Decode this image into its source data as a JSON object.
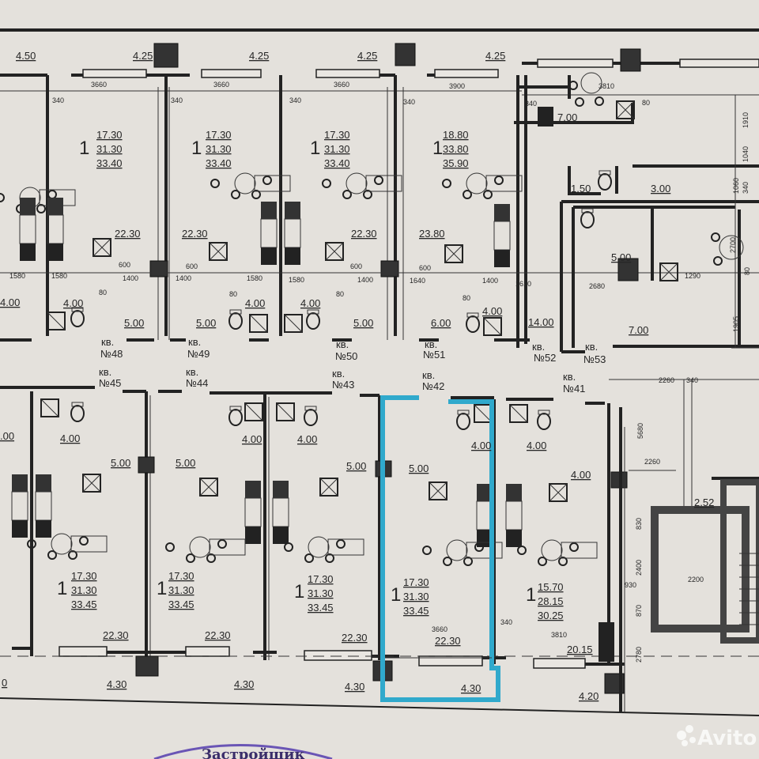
{
  "left_partial": {
    "bath": "4.00",
    "bath_bottom": ".00",
    "balcony_bottom": "0",
    "dim": "1580"
  },
  "balconies_top": [
    "4.50",
    "4.25",
    "4.25",
    "4.25",
    "4.25"
  ],
  "widths_top": [
    "3660",
    "3660",
    "3660",
    "3900",
    "3810"
  ],
  "walls_top": [
    "340",
    "340",
    "340",
    "340",
    "340"
  ],
  "top_units": [
    {
      "kv": "кв.",
      "no": "№48",
      "rooms": "1",
      "areas": [
        "17.30",
        "31.30",
        "33.40"
      ],
      "living": "22.30",
      "bath": "4.00",
      "hall": "5.00",
      "dims": [
        "600",
        "1400",
        "1580",
        "80"
      ]
    },
    {
      "kv": "кв.",
      "no": "№49",
      "rooms": "1",
      "areas": [
        "17.30",
        "31.30",
        "33.40"
      ],
      "living": "22.30",
      "bath": "4.00",
      "hall": "5.00",
      "dims": [
        "600",
        "1400",
        "1580",
        "80"
      ]
    },
    {
      "kv": "кв.",
      "no": "№50",
      "rooms": "1",
      "areas": [
        "17.30",
        "31.30",
        "33.40"
      ],
      "living": "22.30",
      "bath": "4.00",
      "hall": "5.00",
      "dims": [
        "600",
        "1400",
        "1580",
        "80"
      ]
    },
    {
      "kv": "кв.",
      "no": "№51",
      "rooms": "1",
      "areas": [
        "18.80",
        "33.80",
        "35.90"
      ],
      "living": "23.80",
      "bath": "4.00",
      "hall": "6.00",
      "dims": [
        "600",
        "1640",
        "1400",
        "80",
        "1610"
      ]
    }
  ],
  "right_block": {
    "kitchen": "7.00",
    "wc": "1.50",
    "bath": "3.00",
    "room": "5.00",
    "corridor": "14.00",
    "hall": "7.00",
    "kv52": "кв.",
    "no52": "№52",
    "kv53": "кв.",
    "no53": "№53",
    "dims": [
      "80",
      "1910",
      "1040",
      "1060",
      "340",
      "2700",
      "1290",
      "2680",
      "80",
      "1905"
    ]
  },
  "bottom_units": [
    {
      "kv": "кв.",
      "no": "№45",
      "rooms": "1",
      "areas": [
        "17.30",
        "31.30",
        "33.45"
      ],
      "living": "22.30",
      "bath": "4.00",
      "hall": "5.00",
      "balcony": "4.30"
    },
    {
      "kv": "кв.",
      "no": "№44",
      "rooms": "1",
      "areas": [
        "17.30",
        "31.30",
        "33.45"
      ],
      "living": "22.30",
      "bath": "4.00",
      "hall": "5.00",
      "balcony": "4.30"
    },
    {
      "kv": "кв.",
      "no": "№43",
      "rooms": "1",
      "areas": [
        "17.30",
        "31.30",
        "33.45"
      ],
      "living": "22.30",
      "bath": "4.00",
      "hall": "5.00",
      "balcony": "4.30"
    },
    {
      "kv": "кв.",
      "no": "№42",
      "rooms": "1",
      "areas": [
        "17.30",
        "31.30",
        "33.45"
      ],
      "living": "22.30",
      "bath": "4.00",
      "hall": "5.00",
      "balcony": "4.30",
      "width": "3660",
      "wall": "340"
    },
    {
      "kv": "кв.",
      "no": "№41",
      "rooms": "1",
      "areas": [
        "15.70",
        "28.15",
        "30.25"
      ],
      "living": "20.15",
      "bath": "4.00",
      "hall": "4.00",
      "balcony": "4.20",
      "width": "3810"
    }
  ],
  "stair": {
    "dims": [
      "2260",
      "340",
      "5680",
      "2260",
      "830",
      "2400",
      "2200",
      "930",
      "870",
      "2780"
    ],
    "landing": "2.52"
  },
  "highlight_color": "#30a9cc",
  "stamp_text": "Застройщик",
  "watermark": "Avito"
}
